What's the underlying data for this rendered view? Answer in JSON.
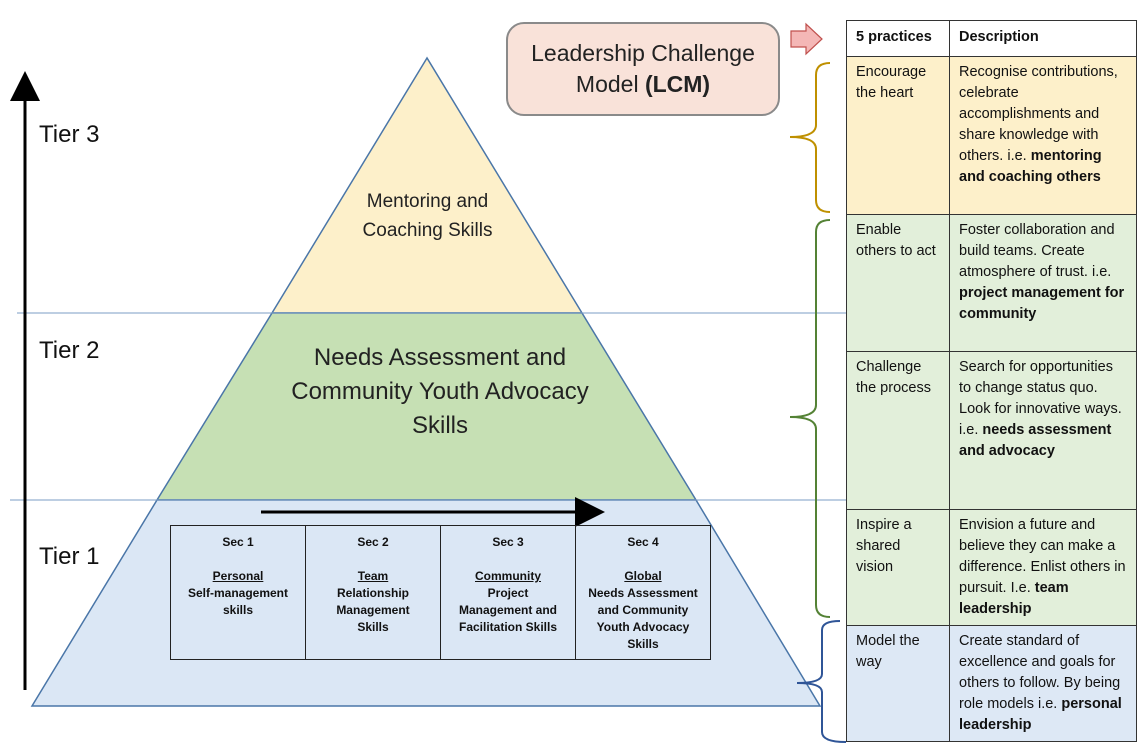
{
  "colors": {
    "tier3_fill": "#fdf0ca",
    "tier2_fill": "#c6e0b4",
    "tier1_fill": "#dbe7f5",
    "pyramid_stroke": "#4a76a8",
    "row_yellow": "#fdf0ca",
    "row_green": "#e2efda",
    "row_blue": "#dde8f5",
    "bracket_gold": "#bf9000",
    "bracket_green": "#548235",
    "bracket_navy": "#2f5597",
    "pink_arrow": "#f4b7b6"
  },
  "tiers": {
    "tier3": "Tier 3",
    "tier2": "Tier 2",
    "tier1": "Tier 1"
  },
  "pyramid": {
    "tier3_text_line1": "Mentoring and",
    "tier3_text_line2": "Coaching Skills",
    "tier2_text_line1": "Needs Assessment and",
    "tier2_text_line2": "Community Youth Advocacy",
    "tier2_text_line3": "Skills"
  },
  "sections": [
    {
      "sec": "Sec 1",
      "level": "Personal",
      "desc": "Self-management skills"
    },
    {
      "sec": "Sec 2",
      "level": "Team",
      "desc": "Relationship Management Skills"
    },
    {
      "sec": "Sec 3",
      "level": "Community",
      "desc": "Project Management and Facilitation Skills"
    },
    {
      "sec": "Sec 4",
      "level": "Global",
      "desc": "Needs Assessment and Community Youth Advocacy Skills"
    }
  ],
  "lcm": {
    "line1": "Leadership Challenge",
    "line2_plain": "Model ",
    "line2_bold": "(LCM)"
  },
  "table": {
    "header_practices": "5 practices",
    "header_description": "Description",
    "rows": [
      {
        "practice": "Encourage the heart",
        "desc": "Recognise contributions, celebrate accomplishments and share knowledge with others. i.e. ",
        "bold": "mentoring and coaching others"
      },
      {
        "practice": "Enable others to act",
        "desc": "Foster collaboration and build teams. Create atmosphere of trust. i.e. ",
        "bold": "project management for community"
      },
      {
        "practice": "Challenge the process",
        "desc": "Search for opportunities to change status quo. Look for innovative ways. i.e. ",
        "bold": "needs assessment and advocacy"
      },
      {
        "practice": "Inspire a shared vision",
        "desc": "Envision a future and believe they can make a difference. Enlist others in pursuit. I.e. ",
        "bold": "team leadership"
      },
      {
        "practice": "Model the way",
        "desc": "Create standard of excellence and goals for others to follow. By being role models i.e. ",
        "bold": "personal leadership"
      }
    ]
  }
}
